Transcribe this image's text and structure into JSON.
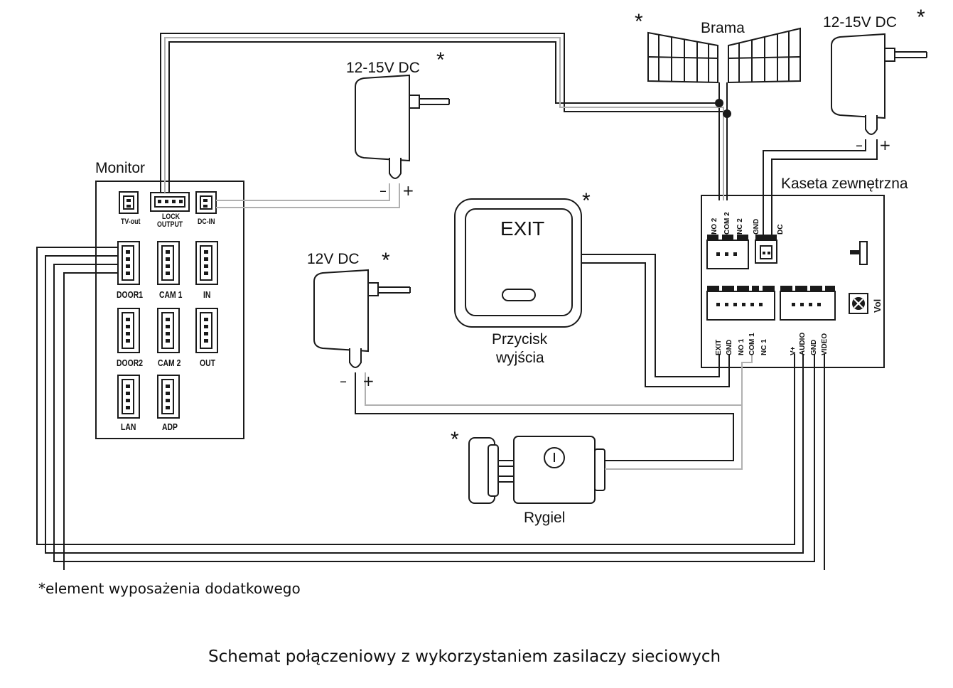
{
  "labels": {
    "monitor": "Monitor",
    "gate": "Brama",
    "outdoor_station": "Kaseta zewnętrzna",
    "psu_monitor": "12-15V DC",
    "psu_station": "12-15V DC",
    "psu_lock": "12V DC",
    "exit_button_text": "EXIT",
    "exit_button_caption_1": "Przycisk",
    "exit_button_caption_2": "wyjścia",
    "lock": "Rygiel",
    "asterisk": "*",
    "minus": "–",
    "plus": "+",
    "footnote": "*element wyposażenia dodatkowego",
    "caption": "Schemat połączeniowy z wykorzystaniem zasilaczy sieciowych",
    "vol": "Vol"
  },
  "monitor_connectors": {
    "tv_out": "TV-out",
    "lock_output_1": "LOCK",
    "lock_output_2": "OUTPUT",
    "dc_in": "DC-IN",
    "door1": "DOOR1",
    "cam1": "CAM 1",
    "in": "IN",
    "door2": "DOOR2",
    "cam2": "CAM 2",
    "out": "OUT",
    "lan": "LAN",
    "adp": "ADP"
  },
  "station_terminals": {
    "top": [
      "NO 2",
      "COM 2",
      "NC 2",
      "GND",
      "DC"
    ],
    "bottom_left": [
      "EXIT",
      "GND",
      "NO 1",
      "COM 1",
      "NC 1"
    ],
    "bottom_right": [
      "V+",
      "AUDIO",
      "GND",
      "VIDEO"
    ]
  }
}
